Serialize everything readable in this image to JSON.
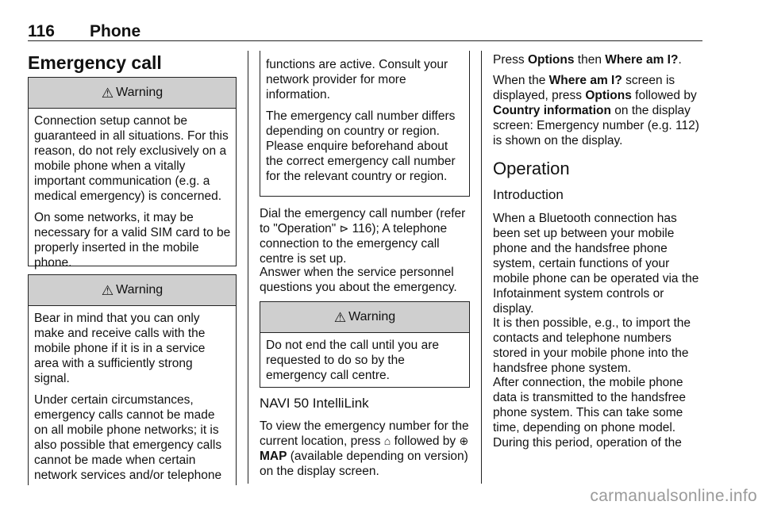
{
  "header": {
    "page_number": "116",
    "section": "Phone"
  },
  "col1": {
    "title": "Emergency call",
    "warning1": {
      "label": "Warning",
      "p1": "Connection setup cannot be guaranteed in all situations. For this reason, do not rely exclusively on a mobile phone when a vitally important communication (e.g. a medical emergency) is concerned.",
      "p2": "On some networks, it may be necessary for a valid SIM card to be properly inserted in the mobile phone."
    },
    "warning2": {
      "label": "Warning",
      "p1": "Bear in mind that you can only make and receive calls with the mobile phone if it is in a service area with a sufficiently strong signal.",
      "p2": "Under certain circumstances, emergency calls cannot be made on all mobile phone networks; it is also possible that emergency calls cannot be made when certain network services and/or telephone"
    }
  },
  "col2": {
    "warning_cont": {
      "p1": "functions are active. Consult your network provider for more information.",
      "p2": "The emergency call number differs depending on country or region. Please enquire beforehand about the correct emergency call number for the relevant country or region."
    },
    "para1_a": "Dial the emergency call number (refer to \"Operation\" ",
    "para1_ref_icon": "⊳",
    "para1_b": " 116); A telephone connection to the emergency call centre is set up.",
    "para2": "Answer when the service personnel questions you about the emergency.",
    "warning3": {
      "label": "Warning",
      "p1": "Do not end the call until you are requested to do so by the emergency call centre."
    },
    "subheading": "NAVI 50 IntelliLink",
    "para3_a": "To view the emergency number for the current location, press ",
    "home_icon": "⌂",
    "para3_b": " followed by ",
    "map_icon": "⊕",
    "para3_map": "MAP",
    "para3_c": " (available depending on version) on the display screen."
  },
  "col3": {
    "p1_a": "Press ",
    "p1_options": "Options",
    "p1_b": " then ",
    "p1_where": "Where am I?",
    "p1_c": ".",
    "p2_a": "When the ",
    "p2_where": "Where am I?",
    "p2_b": " screen is displayed, press ",
    "p2_options": "Options",
    "p2_c": " followed by ",
    "p2_country": "Country information",
    "p2_d": " on the display screen: Emergency number (e.g. 112) is shown on the display.",
    "heading": "Operation",
    "subheading": "Introduction",
    "p3": "When a Bluetooth connection has been set up between your mobile phone and the handsfree phone system, certain functions of your mobile phone can be operated via the Infotainment system controls or display.",
    "p4": "It is then possible, e.g., to import the contacts and telephone numbers stored in your mobile phone into the handsfree phone system.",
    "p5": "After connection, the mobile phone data is transmitted to the handsfree phone system. This can take some time, depending on phone model. During this period, operation of the"
  },
  "watermark": "carmanualsonline.info",
  "icons": {
    "warning": "warning-triangle-icon",
    "home": "home-icon",
    "map": "map-globe-icon",
    "ref": "page-reference-arrow-icon"
  }
}
